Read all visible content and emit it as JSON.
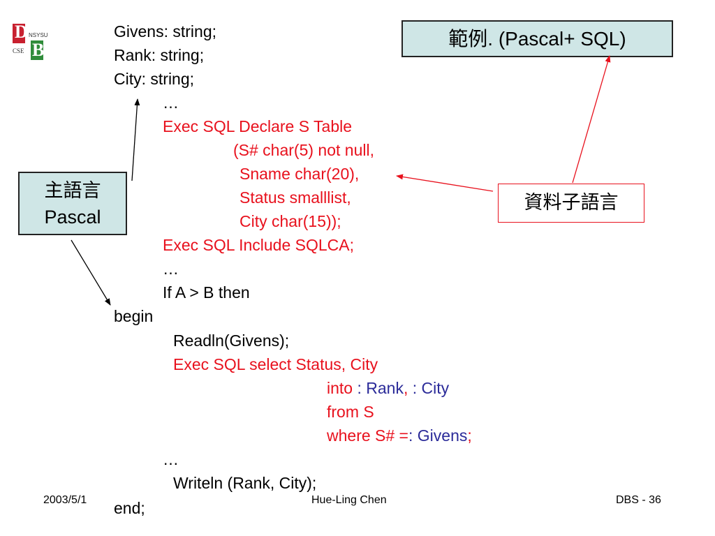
{
  "logo": {
    "letter_top": "D",
    "letter_bottom": "B",
    "text_right": "NSYSU",
    "text_left": "CSE"
  },
  "title_box": {
    "text": "範例. (Pascal+ SQL)"
  },
  "host_box": {
    "line1": "主語言",
    "line2": "Pascal"
  },
  "data_box": {
    "text": "資料子語言"
  },
  "code": {
    "l1": "Givens: string;",
    "l2": "Rank: string;",
    "l3": "City: string;",
    "l4": "…",
    "l5": "Exec SQL Declare S Table",
    "l6": "(S# char(5) not null,",
    "l7": "Sname char(20),",
    "l8": "Status smalllist,",
    "l9": "City char(15));",
    "l10": "Exec SQL Include SQLCA;",
    "l11": "…",
    "l12": "If A > B then",
    "l13": "begin",
    "l14": "Readln(Givens);",
    "l15": "Exec SQL select Status, City",
    "l16_a": "into ",
    "l16_b": ": Rank",
    "l16_c": ", ",
    "l16_d": ": City",
    "l17": "from S",
    "l18_a": "where S# =",
    "l18_b": ": Givens",
    "l18_c": ";",
    "l19": "…",
    "l20": "Writeln (Rank, City);",
    "l21": "end;"
  },
  "footer": {
    "date": "2003/5/1",
    "author": "Hue-Ling Chen",
    "page": "DBS - 36"
  },
  "colors": {
    "sql_red": "#e8111d",
    "host_var_blue": "#2b2b99",
    "box_fill": "#cfe6e6"
  }
}
